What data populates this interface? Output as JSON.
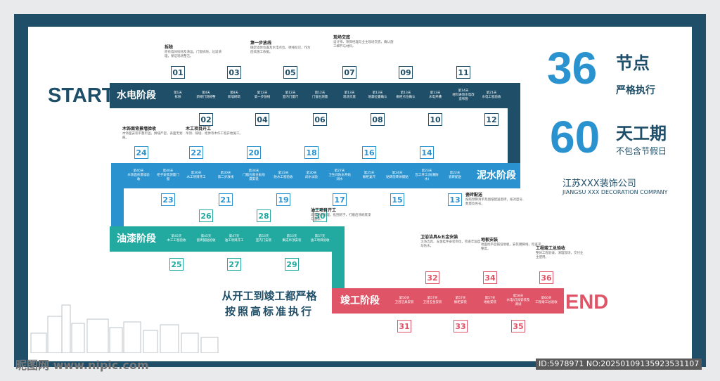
{
  "start_label": "START",
  "end_label": "END",
  "stages": {
    "s1": "水电阶段",
    "s2": "泥水阶段",
    "s3": "油漆阶段",
    "s4": "竣工阶段"
  },
  "row1": [
    {
      "num": "01",
      "day": "第1天",
      "task": "拆除"
    },
    {
      "num": "02",
      "day": "第4天",
      "task": "新砌门洞修整"
    },
    {
      "num": "03",
      "day": "第8天",
      "task": "新墙砌筑"
    },
    {
      "num": "04",
      "day": "第12天",
      "task": "第一步放线"
    },
    {
      "num": "05",
      "day": "第12天",
      "task": "室内门量尺"
    },
    {
      "num": "06",
      "day": "第12天",
      "task": "门窗石测量"
    },
    {
      "num": "07",
      "day": "第13天",
      "task": "现场交底"
    },
    {
      "num": "08",
      "day": "第13天",
      "task": "地漏位置确认"
    },
    {
      "num": "09",
      "day": "第13天",
      "task": "橱柜点位确认"
    },
    {
      "num": "10",
      "day": "第13天",
      "task": "水电开槽"
    },
    {
      "num": "11",
      "day": "第14天",
      "task": "材料进场水电改造布管"
    },
    {
      "num": "12",
      "day": "第21天",
      "task": "水电工程验收"
    }
  ],
  "row2": [
    {
      "num": "24",
      "day": "第40天",
      "task": "木饰面背景墙验收"
    },
    {
      "num": "23",
      "day": "第40天",
      "task": "柜子安装测量门窗"
    },
    {
      "num": "22",
      "day": "第30天",
      "task": "木工项目开工"
    },
    {
      "num": "21",
      "day": "第30天",
      "task": "第二步放线"
    },
    {
      "num": "20",
      "day": "第34天",
      "task": "门槛石窗台板地漏安装"
    },
    {
      "num": "19",
      "day": "第33天",
      "task": "防水工程验收"
    },
    {
      "num": "18",
      "day": "第30天",
      "task": "闭水试验"
    },
    {
      "num": "17",
      "day": "第27天",
      "task": "卫生间防水开始闭水"
    },
    {
      "num": "16",
      "day": "第25天",
      "task": "橱柜复尺"
    },
    {
      "num": "15",
      "day": "第24天",
      "task": "贴砖前砖体铺贴"
    },
    {
      "num": "14",
      "day": "第23天",
      "task": "瓦工开工(防潮防水)"
    },
    {
      "num": "13",
      "day": "第22天",
      "task": "瓷砖配送"
    }
  ],
  "row3": [
    {
      "num": "25",
      "day": "第45天",
      "task": "木工工程验收"
    },
    {
      "num": "26",
      "day": "第45天",
      "task": "瓷砖铺贴验收"
    },
    {
      "num": "27",
      "day": "第47天",
      "task": "油工项目开工"
    },
    {
      "num": "28",
      "day": "第53天",
      "task": "室内门安装"
    },
    {
      "num": "29",
      "day": "第53天",
      "task": "集成吊顶安装"
    },
    {
      "num": "30",
      "day": "第57天",
      "task": "油工项目验收"
    }
  ],
  "row4": [
    {
      "num": "31",
      "day": "第56天",
      "task": "卫浴洁具安装"
    },
    {
      "num": "32",
      "day": "第57天",
      "task": "卫浴五金安装"
    },
    {
      "num": "33",
      "day": "第57天",
      "task": "橱柜安装"
    },
    {
      "num": "34",
      "day": "第57天",
      "task": "地板安装"
    },
    {
      "num": "35",
      "day": "第58天",
      "task": "水电/灯具安装及调试"
    },
    {
      "num": "36",
      "day": "第60天",
      "task": "工程竣工总验收"
    }
  ],
  "notes": {
    "n01": {
      "title": "拆除",
      "desc": "原有墙体拆除及清运，门窗拆除，垃圾清理，保证现场整洁。"
    },
    "n04": {
      "title": "第一步放线",
      "desc": "确定墙体位置及水电点位，弹线标识，作为后续施工依据。"
    },
    "n07": {
      "title": "现场交底",
      "desc": "设计师、项目经理与业主现场交底，确认施工细节与材料。"
    },
    "n24": {
      "title": "木饰面背景墙验收",
      "desc": "木饰面安装平整牢固，拼缝严密，表面无划痕。"
    },
    "n22": {
      "title": "木工项目开工",
      "desc": "吊顶、隔墙、柜体等木作工程开始施工。"
    },
    "n13": {
      "title": "瓷砖配送",
      "desc": "按照预算清单及图纸配送瓷砖，核对型号、数量及色号。"
    },
    "n30": {
      "title": "油工项目开工",
      "desc": "墙面基层处理，批刮腻子，打磨后涂刷底漆与面漆。"
    },
    "n32": {
      "title": "卫浴洁具&五金安装",
      "desc": "卫浴洁具、五金挂件安装到位，检查牢固度与防水。"
    },
    "n34": {
      "title": "地板安装",
      "desc": "地面找平后铺设地板，安装踢脚线，检查平整度。"
    },
    "n36": {
      "title": "工程竣工总验收",
      "desc": "整体工程验收，清理现场，交付业主使用。"
    }
  },
  "side": {
    "n1": "36",
    "t1a": "节点",
    "t1b": "严格执行",
    "n2": "60",
    "t2a": "天工期",
    "t2b": "不包含节假日",
    "company_cn": "江苏XXX装饰公司",
    "company_en": "JIANGSU XXX DECORATION COMPANY"
  },
  "slogan": {
    "line1": "从开工到竣工都严格",
    "line2": "按照高标准执行"
  },
  "watermark": {
    "left": "昵图网 www.nipic.com",
    "right": "ID:5978971 NO:20250109135923531107"
  },
  "colors": {
    "navy": "#1e4e68",
    "blue": "#2a93cf",
    "teal": "#22a9a0",
    "red": "#df5467"
  }
}
